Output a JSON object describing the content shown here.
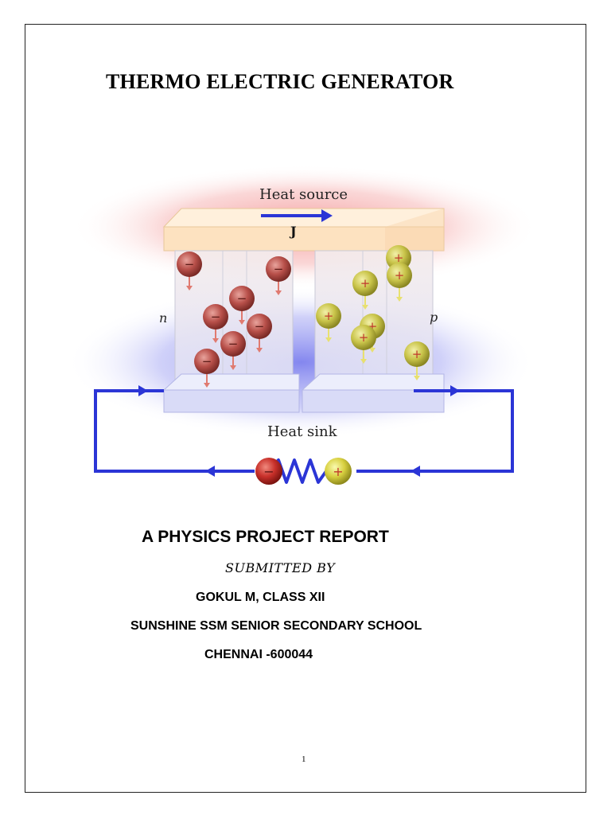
{
  "document": {
    "title": "THERMO ELECTRIC GENERATOR",
    "report_title": "A PHYSICS PROJECT REPORT",
    "submitted_by": "SUBMITTED BY",
    "student": "GOKUL M, CLASS XII",
    "school": "SUNSHINE SSM SENIOR SECONDARY SCHOOL",
    "city": "CHENNAI -600044",
    "page_number": "1"
  },
  "figure": {
    "heat_source_label": "Heat source",
    "heat_sink_label": "Heat sink",
    "current_label": "J",
    "n_label": "n",
    "p_label": "p",
    "electron_symbol": "−",
    "hole_symbol": "+",
    "colors": {
      "wire": "#2b35d6",
      "electron": "#b8504a",
      "hole": "#c9c44a",
      "heat_glow": "#f39a9a",
      "cold_glow": "#8a8cf0",
      "hot_plate": "#fde2c0"
    }
  }
}
